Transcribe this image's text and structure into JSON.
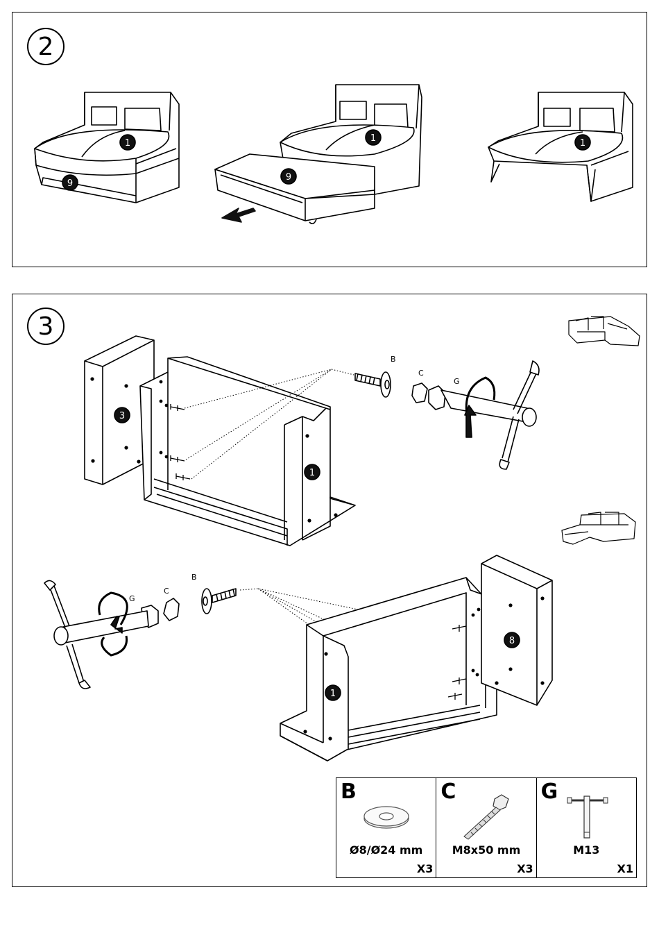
{
  "steps": [
    {
      "number": "2",
      "part_badges": [
        "1",
        "9",
        "1",
        "9",
        "1"
      ]
    },
    {
      "number": "3",
      "part_badges": [
        "3",
        "1",
        "1",
        "8"
      ],
      "hardware_labels_top": [
        "B",
        "C",
        "G"
      ],
      "hardware_labels_bottom": [
        "G",
        "C",
        "B"
      ]
    }
  ],
  "parts": [
    {
      "letter": "B",
      "size": "Ø8/Ø24 mm",
      "qty": "X3",
      "icon": "washer-icon"
    },
    {
      "letter": "C",
      "size": "M8x50 mm",
      "qty": "X3",
      "icon": "bolt-icon"
    },
    {
      "letter": "G",
      "size": "M13",
      "qty": "X1",
      "icon": "wrench-icon"
    }
  ]
}
